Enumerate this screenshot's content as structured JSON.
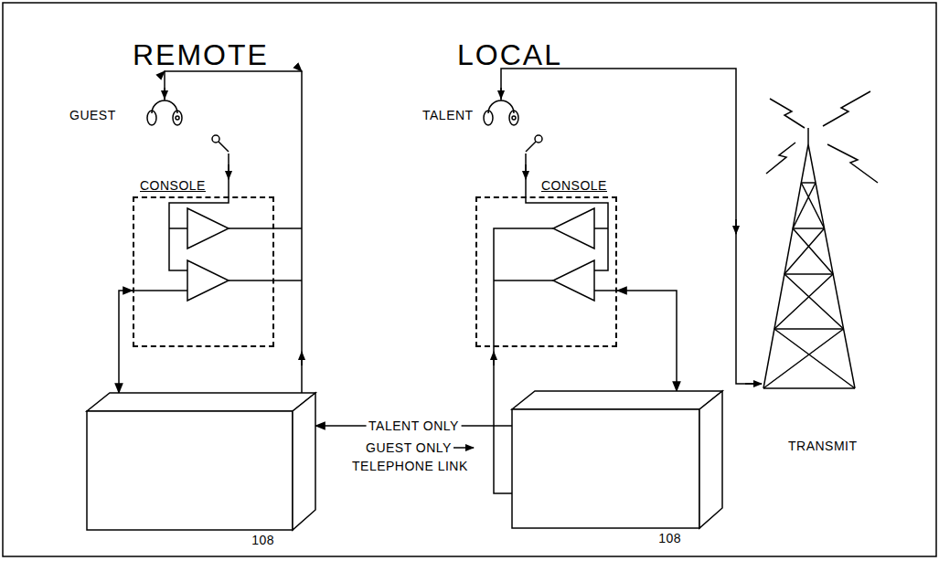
{
  "diagram": {
    "nodes": [
      {
        "text": [
          "CONSOLE"
        ]
      },
      {
        "text": [
          "108"
        ]
      },
      {
        "text": [
          "CONSOLE"
        ]
      },
      {
        "text": [
          "108"
        ]
      }
    ],
    "edges": [
      {
        "from": 0,
        "to": 1,
        "arrow": "both"
      },
      {
        "from": 3,
        "to": 1,
        "label": "TALENT ONLY",
        "arrow": "to"
      },
      {
        "from": 2,
        "to": 3,
        "arrow": "both"
      }
    ],
    "labels": [
      "REMOTE",
      "LOCAL",
      "GUEST",
      "TALENT",
      "GUEST ONLY",
      "TELEPHONE LINK",
      "TRANSMIT"
    ]
  }
}
